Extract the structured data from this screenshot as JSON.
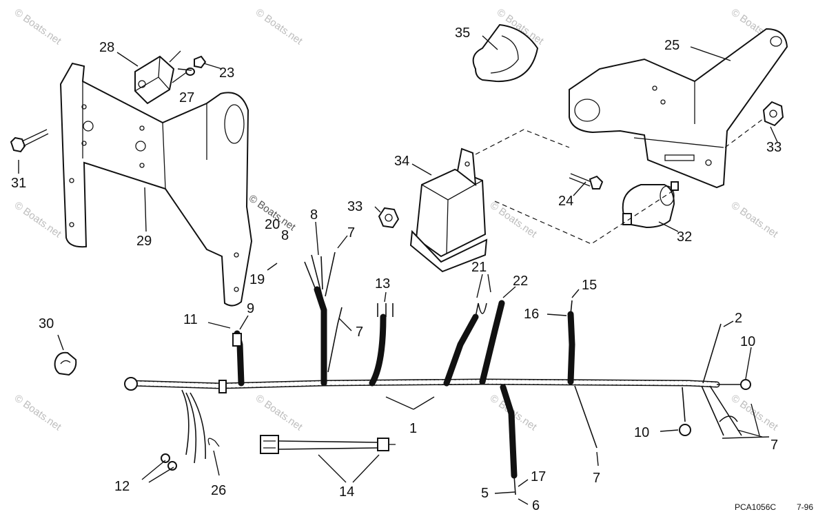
{
  "diagram": {
    "reference_code": "PCA1056C",
    "revision_date": "7-96",
    "watermark_text": "© Boats.net",
    "callouts": {
      "c28": "28",
      "c23": "23",
      "c27": "27",
      "c35": "35",
      "c25": "25",
      "c31": "31",
      "c29": "29",
      "c34": "34",
      "c33a": "33",
      "c33b": "33",
      "c24": "24",
      "c32": "32",
      "c20": "20",
      "c8a": "8",
      "c8b": "8",
      "c7a": "7",
      "c19": "19",
      "c9": "9",
      "c11": "11",
      "c13": "13",
      "c7b": "7",
      "c21": "21",
      "c22": "22",
      "c15": "15",
      "c16": "16",
      "c2": "2",
      "c10a": "10",
      "c30": "30",
      "c1": "1",
      "c10b": "10",
      "c7c": "7",
      "c7d": "7",
      "c12": "12",
      "c26": "26",
      "c14": "14",
      "c17": "17",
      "c5": "5",
      "c6": "6"
    }
  }
}
